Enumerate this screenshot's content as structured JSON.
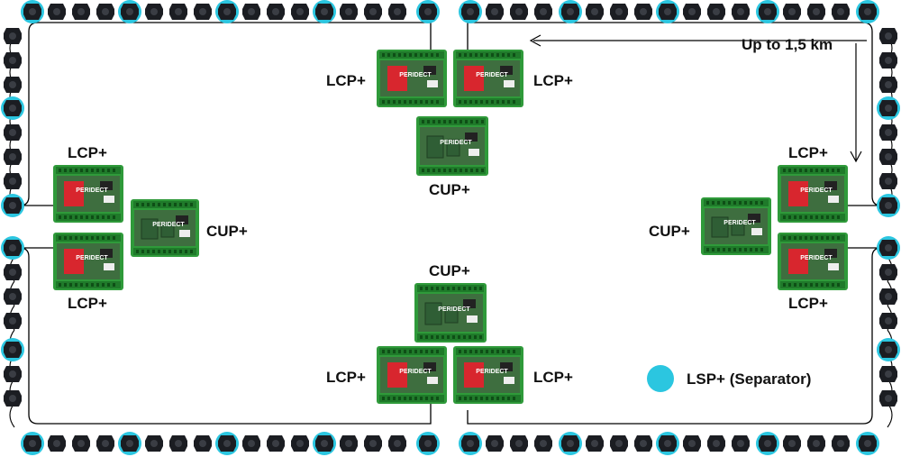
{
  "labels": {
    "lcp": "LCP+",
    "cup": "CUP+",
    "brand": "PERIDECT",
    "distance": "Up to 1,5 km",
    "legend": "LSP+ (Separator)"
  },
  "colors": {
    "separator_ring": "#2bc6e0",
    "node_body": "#1b1d22",
    "wire": "#000000",
    "rail_green": "#2f9a3a",
    "pcb_green": "#3e6e3f",
    "relay_red": "#d8262e"
  },
  "legend_icon": "cyan-circle-icon"
}
